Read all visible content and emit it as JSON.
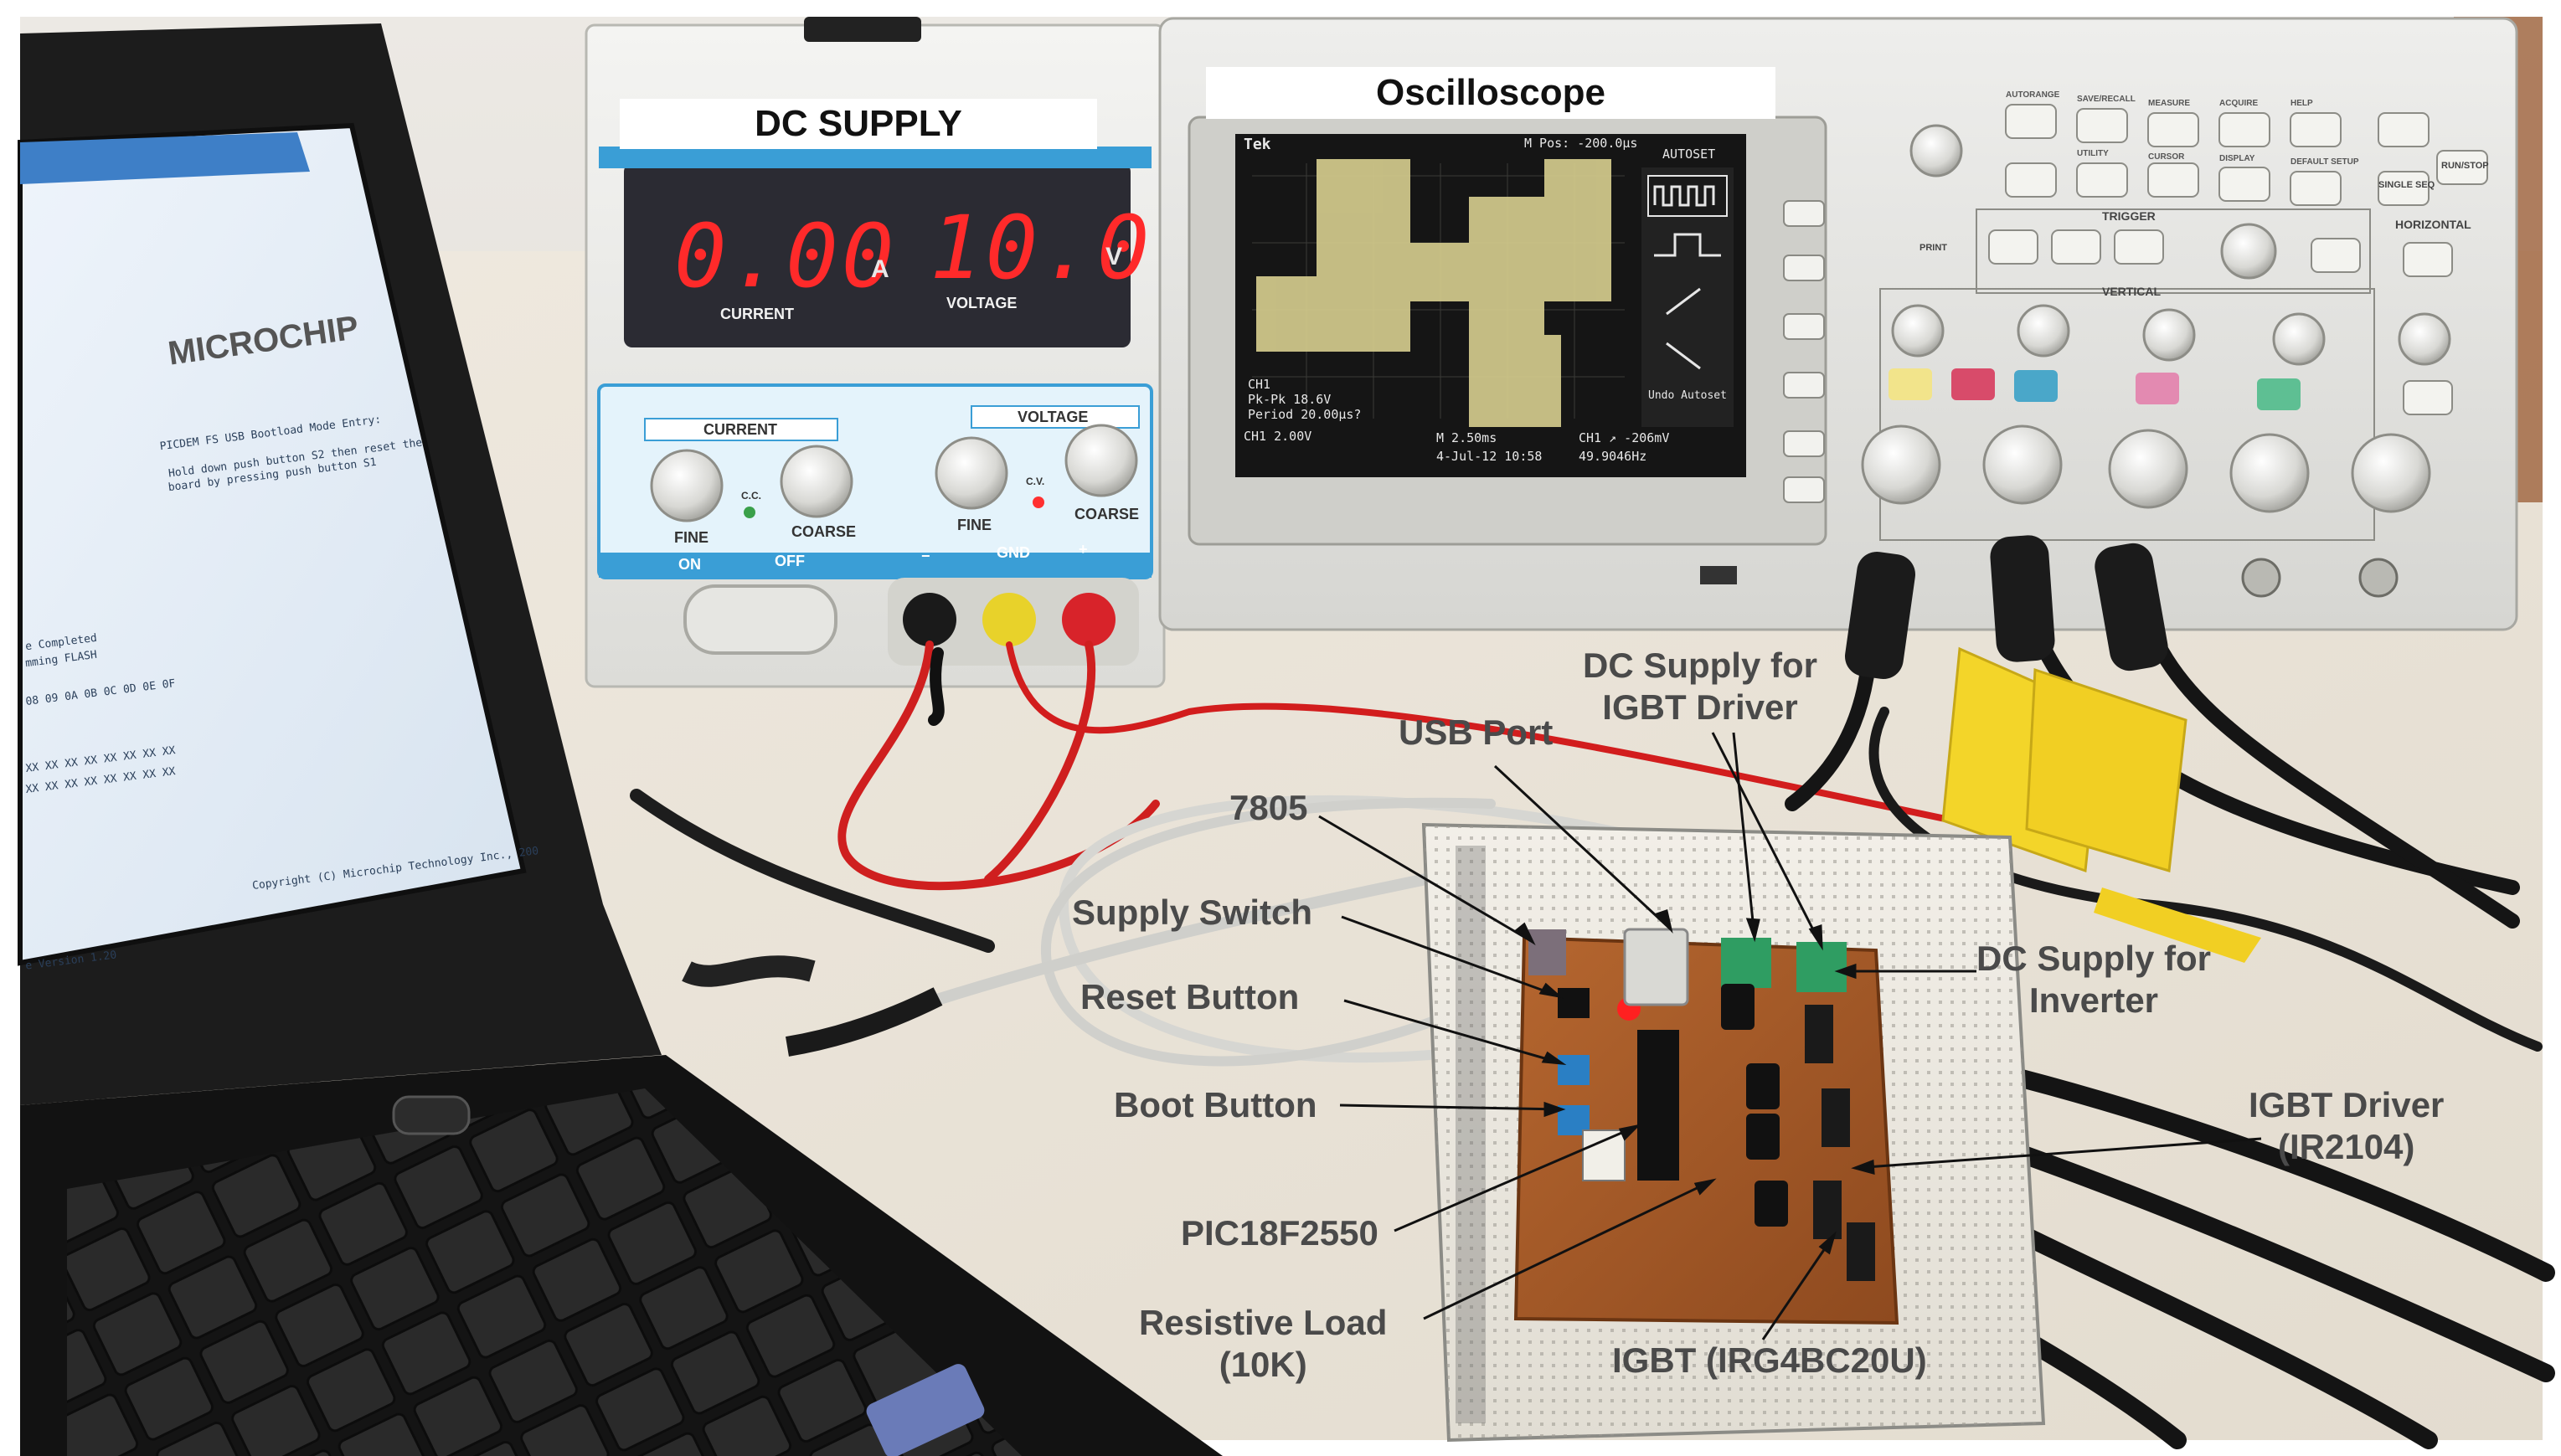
{
  "photo": {
    "labels": {
      "dc_supply_banner": "DC SUPPLY",
      "oscilloscope_banner": "Oscilloscope"
    },
    "dc_supply": {
      "current_reading": "0.00",
      "current_unit": "A",
      "voltage_reading": "10.0",
      "voltage_unit": "V",
      "current_caption": "CURRENT",
      "voltage_caption": "VOLTAGE",
      "current_group": "CURRENT",
      "voltage_group": "VOLTAGE",
      "fine": "FINE",
      "coarse": "COARSE",
      "cc": "C.C.",
      "cv": "C.V.",
      "gnd": "GND",
      "on": "ON",
      "off": "OFF",
      "minus": "−",
      "plus": "+"
    },
    "oscilloscope": {
      "brand": "Tek",
      "mode": "AUTOSET",
      "trigger_pos": "M Pos: -200.0µs",
      "ch1_pkpk": "Pk-Pk 18.6V",
      "ch1_period": "Period 20.00µs?",
      "ch1_label": "CH1",
      "ch1_scale": "CH1  2.00V",
      "timebase": "M 2.50ms",
      "trigger": "CH1 ↗ -206mV",
      "date": "4-Jul-12 10:58",
      "freq": "49.9046Hz",
      "undo": "Undo Autoset",
      "menu_top": [
        "AUTORANGE",
        "SAVE/RECALL",
        "MEASURE",
        "ACQUIRE",
        "HELP"
      ],
      "menu_mid": [
        "UTILITY",
        "CURSOR",
        "DISPLAY",
        "DEFAULT SETUP"
      ],
      "trigger_group": "TRIGGER",
      "vertical_group": "VERTICAL",
      "horizontal_group": "HORIZONTAL",
      "print": "PRINT",
      "run_stop": "RUN/STOP",
      "single": "SINGLE SEQ"
    },
    "laptop": {
      "logo": "MICROCHIP",
      "lines": [
        "PICDEM FS USB Bootload Mode Entry:",
        "Hold down push button S2 then reset the",
        "board by pressing push button S1",
        "e Completed",
        "mming FLASH",
        "08 09 0A 0B 0C 0D 0E 0F",
        "XX XX XX XX XX XX XX XX",
        "XX XX XX XX XX XX XX XX",
        "Copyright (C) Microchip Technology Inc., 200",
        "e Version 1.20"
      ]
    },
    "callouts": {
      "usb_port": "USB Port",
      "dc_supply_igbt_driver": "DC Supply for\nIGBT Driver",
      "regulator_7805": "7805",
      "supply_switch": "Supply Switch",
      "reset_button": "Reset Button",
      "boot_button": "Boot Button",
      "pic": "PIC18F2550",
      "resistive_load": "Resistive Load\n(10K)",
      "igbt": "IGBT (IRG4BC20U)",
      "igbt_driver": "IGBT Driver\n(IR2104)",
      "dc_supply_inverter": "DC Supply for\nInverter"
    }
  }
}
